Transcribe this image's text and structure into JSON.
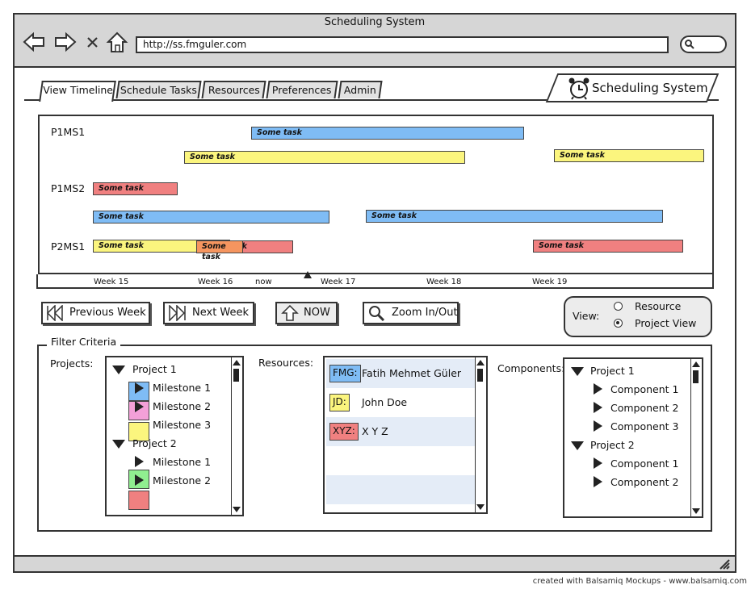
{
  "window": {
    "title": "Scheduling System",
    "url": "http://ss.fmguler.com"
  },
  "tabs": [
    {
      "label": "View Timeline",
      "active": true
    },
    {
      "label": "Schedule Tasks",
      "active": false
    },
    {
      "label": "Resources",
      "active": false
    },
    {
      "label": "Preferences",
      "active": false
    },
    {
      "label": "Admin",
      "active": false
    }
  ],
  "logo": {
    "text": "Scheduling System",
    "icon": "alarm-clock-icon"
  },
  "timeline": {
    "rows": [
      "P1MS1",
      "P1MS2",
      "P2MS1"
    ],
    "task_label": "Some task",
    "weeks": [
      "Week 15",
      "Week 16",
      "now",
      "Week 17",
      "Week 18",
      "Week 19"
    ],
    "colors": {
      "blue": "#7fbcf5",
      "yellow": "#fbf57e",
      "red": "#f08080",
      "orange": "#f5955f"
    }
  },
  "buttons": {
    "previous_week": "Previous Week",
    "next_week": "Next Week",
    "now": "NOW",
    "zoom": "Zoom In/Out"
  },
  "view": {
    "label": "View:",
    "options": [
      {
        "label": "Resource",
        "selected": false
      },
      {
        "label": "Project View",
        "selected": true
      }
    ]
  },
  "filter": {
    "title": "Filter Criteria",
    "projects_label": "Projects:",
    "resources_label": "Resources:",
    "components_label": "Components:",
    "projects": {
      "p1": "Project 1",
      "p1_items": [
        "Milestone 1",
        "Milestone 2",
        "Milestone 3"
      ],
      "p2": "Project 2",
      "p2_items": [
        "Milestone 1",
        "Milestone 2"
      ]
    },
    "resources": [
      {
        "tag": "FMG:",
        "name": "Fatih Mehmet Güler",
        "color": "#7fbcf5"
      },
      {
        "tag": "JD:",
        "name": "John Doe",
        "color": "#fbf57e"
      },
      {
        "tag": "XYZ:",
        "name": "X Y Z",
        "color": "#f08080"
      }
    ],
    "components": {
      "p1": "Project 1",
      "p1_items": [
        "Component 1",
        "Component 2",
        "Component 3"
      ],
      "p2": "Project 2",
      "p2_items": [
        "Component 1",
        "Component 2"
      ]
    }
  },
  "footer": {
    "credit": "created with Balsamiq Mockups - www.balsamiq.com"
  }
}
